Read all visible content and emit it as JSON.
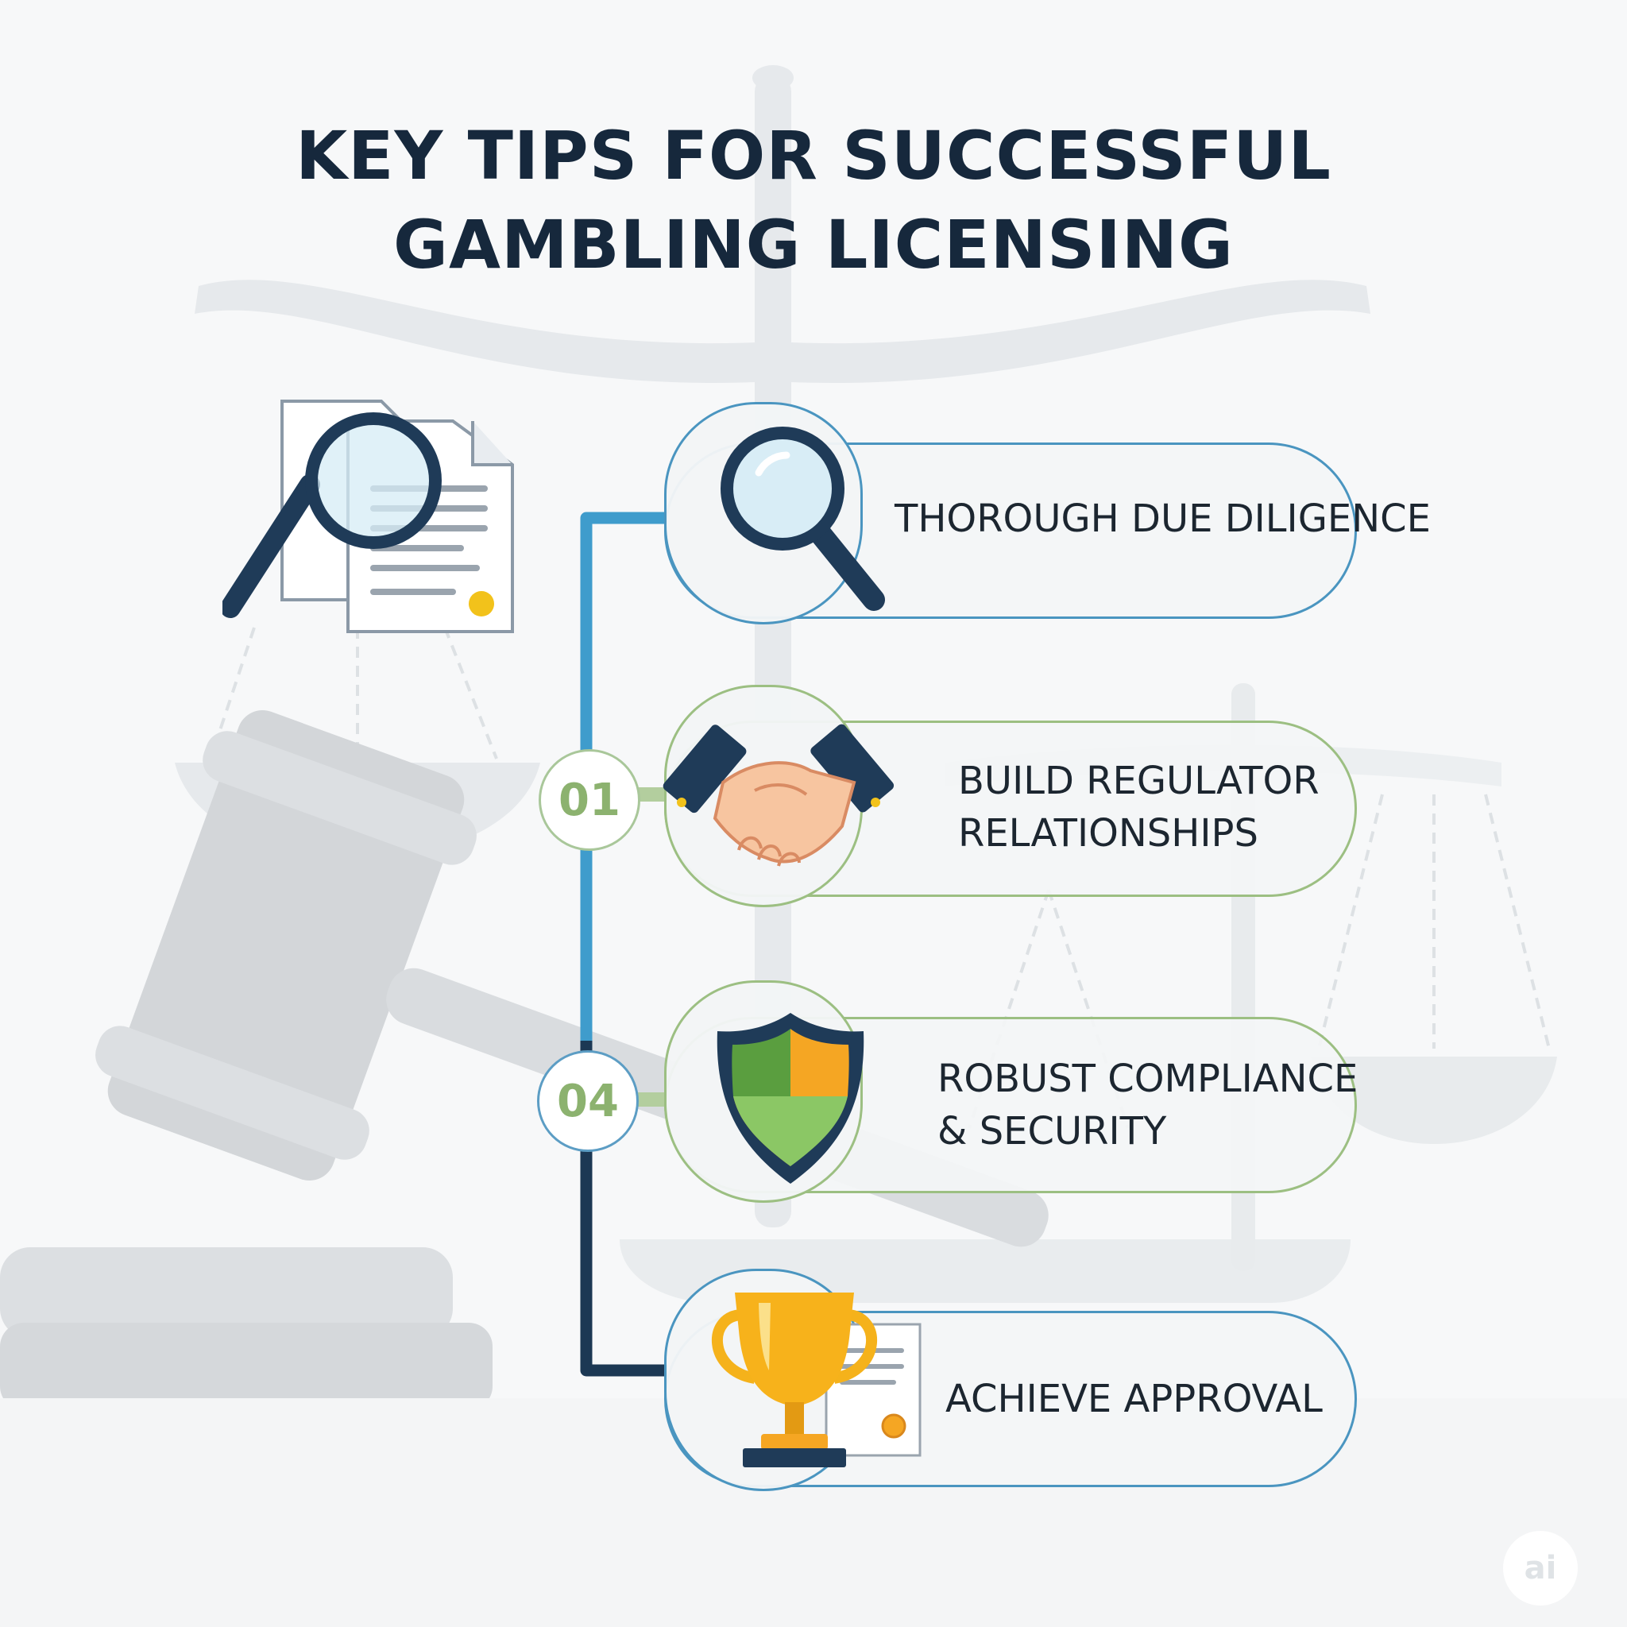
{
  "title": {
    "line1": "KEY TIPS FOR SUCCESSFUL",
    "line2": "GAMBLING LICENSING"
  },
  "steps": [
    {
      "label_lines": [
        "THOROUGH DUE DILIGENCE"
      ],
      "badge": "",
      "icon": "magnifying-glass-icon",
      "accent": "#4a95c0"
    },
    {
      "label_lines": [
        "BUILD REGULATOR",
        "RELATIONSHIPS"
      ],
      "badge": "01",
      "icon": "handshake-icon",
      "accent": "#9cbf82"
    },
    {
      "label_lines": [
        "ROBUST COMPLIANCE",
        "& SECURITY"
      ],
      "badge": "04",
      "icon": "shield-icon",
      "accent": "#9cbf82"
    },
    {
      "label_lines": [
        "ACHIEVE APPROVAL"
      ],
      "badge": "",
      "icon": "trophy-icon",
      "accent": "#4a95c0"
    }
  ],
  "decorations": [
    "documents-magnifier-icon",
    "gavel-icon",
    "scales-of-justice-icon"
  ],
  "watermark": "ai",
  "colors": {
    "title": "#16283c",
    "connector_top": "#3f9ccc",
    "connector_bottom": "#1c3854",
    "badge_text": "#8cb26f",
    "navy": "#24415f"
  }
}
